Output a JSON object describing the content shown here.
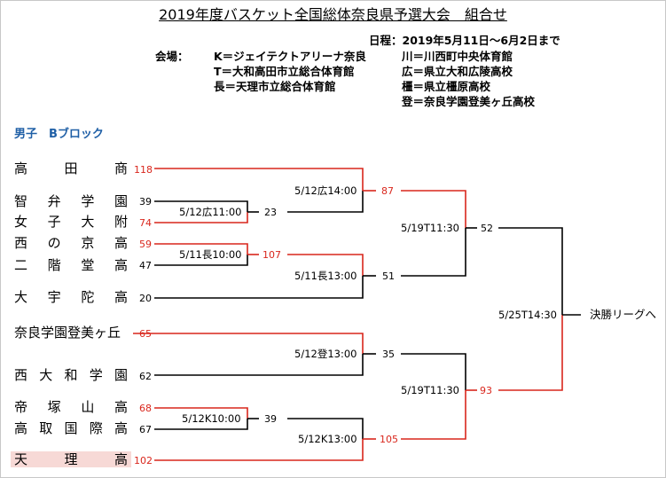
{
  "title": "2019年度バスケット全国総体奈良県予選大会　組合せ",
  "schedule": "日程：2019年5月11日〜6月2日まで",
  "venue_label": "会場：",
  "venues_left": [
    "K＝ジェイテクトアリーナ奈良",
    "T＝大和高田市立総合体育館",
    "長＝天理市立総合体育館"
  ],
  "venues_right": [
    "川＝川西町中央体育館",
    "広＝県立大和広陵高校",
    "橿＝県立橿原高校",
    "登＝奈良学園登美ヶ丘高校"
  ],
  "block_title": "男子　Bブロック",
  "teams": [
    {
      "name": "高田商",
      "score": "118",
      "winner": true
    },
    {
      "name": "智弁学園",
      "score": "39",
      "winner": false
    },
    {
      "name": "女子大附",
      "score": "74",
      "winner": true
    },
    {
      "name": "西の京高",
      "score": "59",
      "winner": true
    },
    {
      "name": "二階堂高",
      "score": "47",
      "winner": false
    },
    {
      "name": "大宇陀高",
      "score": "20",
      "winner": false
    },
    {
      "name": "奈良学園登美ヶ丘",
      "score": "65",
      "winner": true
    },
    {
      "name": "西大和学園",
      "score": "62",
      "winner": false
    },
    {
      "name": "帝塚山高",
      "score": "68",
      "winner": true
    },
    {
      "name": "高取国際高",
      "score": "67",
      "winner": false
    },
    {
      "name": "天理高",
      "score": "102",
      "winner": true
    }
  ],
  "round1": [
    {
      "date": "5/12広11:00",
      "score": "23"
    },
    {
      "date": "5/11長10:00",
      "score": "107"
    },
    {
      "date": "5/12K10:00",
      "score": "39"
    }
  ],
  "round2": [
    {
      "date": "5/12広14:00",
      "score": "87"
    },
    {
      "date": "5/11長13:00",
      "score": "51"
    },
    {
      "date": "5/12登13:00",
      "score": "35"
    },
    {
      "date": "5/12K13:00",
      "score": "105"
    }
  ],
  "round3": [
    {
      "date": "5/19T11:30",
      "score": "52"
    },
    {
      "date": "5/19T11:30",
      "score": "93"
    }
  ],
  "final": {
    "date": "5/25T14:30",
    "label": "決勝リーグへ"
  },
  "colors": {
    "winner": "#d9261c",
    "loser": "#000000",
    "block_title": "#1f5fa6",
    "highlight_bg": "#f7d9d6"
  }
}
